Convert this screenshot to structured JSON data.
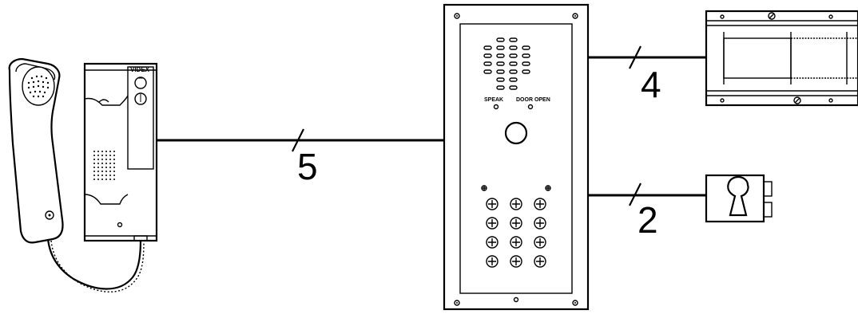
{
  "handset_unit": {
    "brand": "VIDEX"
  },
  "door_panel": {
    "speak_label": "SPEAK",
    "door_open_label": "DOOR OPEN"
  },
  "connections": {
    "handset_to_panel": "5",
    "panel_to_power_supply": "4",
    "panel_to_lock": "2"
  }
}
